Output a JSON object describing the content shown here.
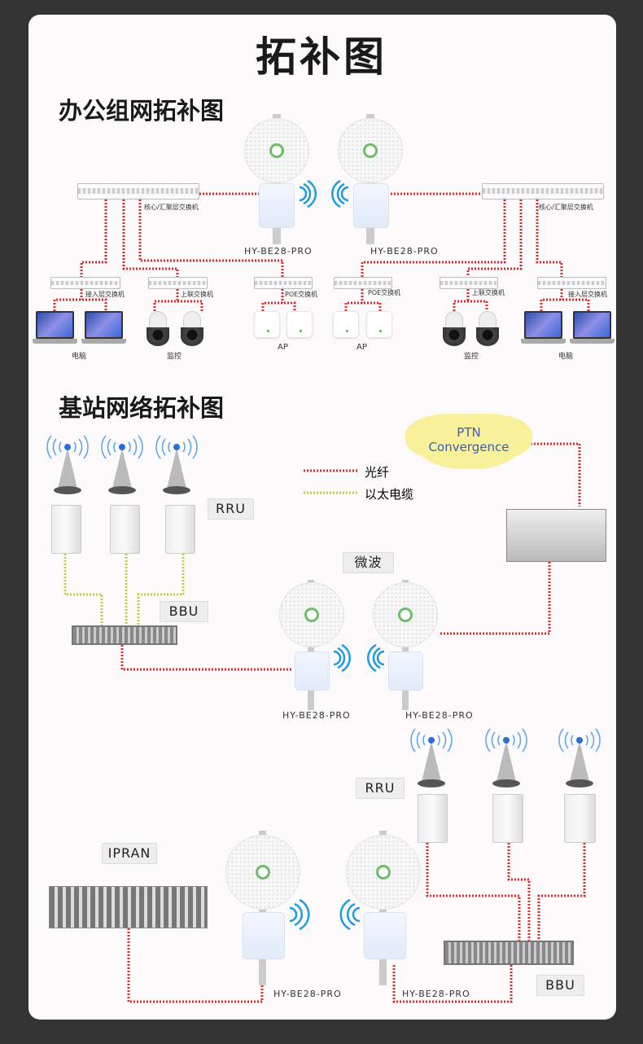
{
  "title": "拓补图",
  "office": {
    "heading": "办公组网拓补图",
    "core_switch_label": "核心/汇聚层交换机",
    "access_switch_label": "接入层交换机",
    "uplink_switch_label": "上联交换机",
    "poe_switch_label": "POE交换机",
    "radio_label": "HY-BE28-PRO",
    "pc_label": "电脑",
    "camera_label": "监控",
    "ap_label": "AP"
  },
  "base_station": {
    "heading": "基站网络拓补图",
    "legend": [
      {
        "label": "光纤",
        "color": "#e8262a"
      },
      {
        "label": "以太电缆",
        "color": "#b8d23c"
      }
    ],
    "ptn_line1": "PTN",
    "ptn_line2": "Convergence",
    "rru_label": "RRU",
    "bbu_label": "BBU",
    "microwave_label": "微波",
    "ipran_label": "IPRAN",
    "radio_label": "HY-BE28-PRO"
  },
  "colors": {
    "fiber": "#e8262a",
    "ethernet": "#b8d23c",
    "wifi": "#1e9be0"
  }
}
